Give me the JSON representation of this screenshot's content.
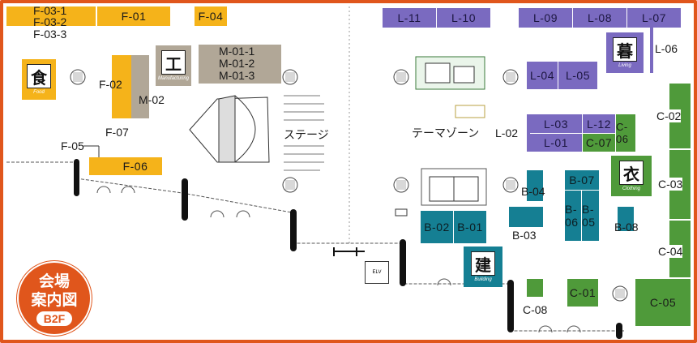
{
  "badge": {
    "line1": "会場",
    "line2": "案内図",
    "floor": "B2F"
  },
  "booths": {
    "f01": "F-01",
    "f02": "F-02",
    "f04": "F-04",
    "f06": "F-06",
    "m01_1": "M-01-1",
    "m01_2": "M-01-2",
    "m01_3": "M-01-3",
    "l01": "L-01",
    "l03": "L-03",
    "l04": "L-04",
    "l05": "L-05",
    "l06": "L-06",
    "l07": "L-07",
    "l08": "L-08",
    "l09": "L-09",
    "l10": "L-10",
    "l11": "L-11",
    "l12": "L-12",
    "c02": "C-02",
    "c03": "C-03",
    "c04": "C-04",
    "c05": "C-05",
    "c06": "C-06",
    "c07": "C-07",
    "c01": "C-01",
    "b01": "B-01",
    "b02": "B-02",
    "b05": "B-05",
    "b06": "B-06",
    "b07": "B-07"
  },
  "labels": {
    "f03_1": "F-03-1",
    "f03_2": "F-03-2",
    "f03_3": "F-03-3",
    "f05": "F-05",
    "f07": "F-07",
    "m02": "M-02",
    "l02": "L-02",
    "b03": "B-03",
    "b04": "B-04",
    "b08": "B-08",
    "c08": "C-08",
    "stage": "ステージ",
    "theme_zone": "テーマゾーン",
    "elv": "ELV"
  },
  "categories": {
    "food": {
      "kanji": "食",
      "en": "Food"
    },
    "manufacturing": {
      "kanji": "工",
      "en": "Manufacturing"
    },
    "living": {
      "kanji": "暮",
      "en": "Living"
    },
    "clothing": {
      "kanji": "衣",
      "en": "Clothing"
    },
    "building": {
      "kanji": "建",
      "en": "Building"
    }
  },
  "colors": {
    "food": "#f5b31a",
    "manufacturing": "#b1a797",
    "living": "#7a6ac0",
    "clothing": "#4f9a3a",
    "building": "#157f93",
    "frame": "#e0561c"
  }
}
